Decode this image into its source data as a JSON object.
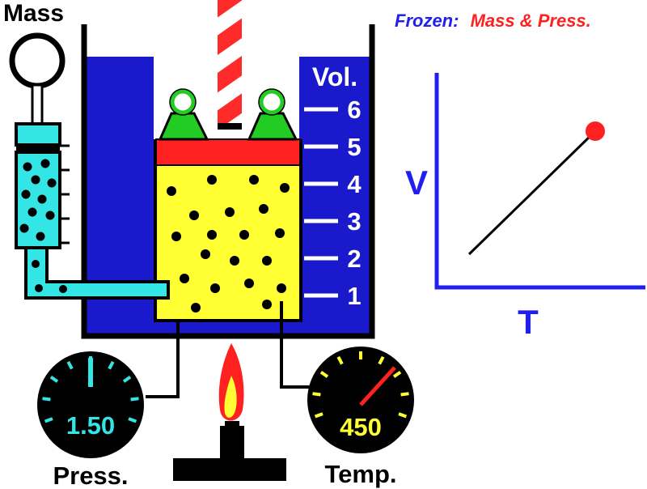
{
  "labels": {
    "mass": "Mass",
    "pressure_label": "Press.",
    "temperature_label": "Temp.",
    "volume_label": "Vol.",
    "frozen_prefix": "Frozen:",
    "frozen_vars": "Mass  & Press."
  },
  "gauges": {
    "pressure": {
      "display": "1.50",
      "color": "#33e5e5"
    },
    "temperature": {
      "display": "450",
      "color": "#ffff33"
    }
  },
  "volume_scale": {
    "ticks": [
      "1",
      "2",
      "3",
      "4",
      "5",
      "6"
    ],
    "current_level": 5
  },
  "graph": {
    "x_axis": "T",
    "y_axis": "V",
    "relation": "V proportional to T (linear, from low T/V to current point)"
  },
  "colors": {
    "water": "#1a1acc",
    "gas": "#ffff33",
    "piston": "#ff2020",
    "weights": "#22cc22",
    "syringe": "#33e5e5",
    "axis": "#2020ee",
    "point": "#ff2020",
    "frozen_label": "#2020ee",
    "frozen_vars": "#ff2020"
  }
}
